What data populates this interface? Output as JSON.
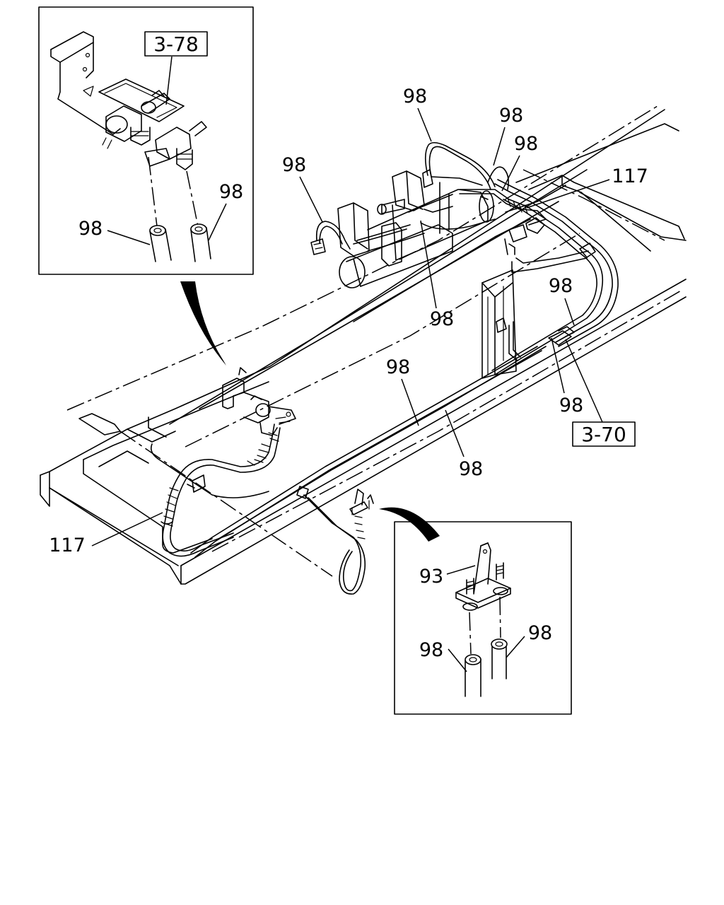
{
  "callouts": {
    "inset_tl_ref": "3-78",
    "inset_tl_98_right": "98",
    "inset_tl_98_left": "98",
    "top_98_a": "98",
    "top_98_b": "98",
    "top_98_c": "98",
    "top_98_left": "98",
    "label_117_top": "117",
    "mid_98_cylinder": "98",
    "right_98_upper": "98",
    "right_98_lower": "98",
    "ref_3_70": "3-70",
    "center_98_upper": "98",
    "center_98_lower": "98",
    "label_117_left": "117",
    "inset_br_93": "93",
    "inset_br_98_left": "98",
    "inset_br_98_right": "98"
  }
}
